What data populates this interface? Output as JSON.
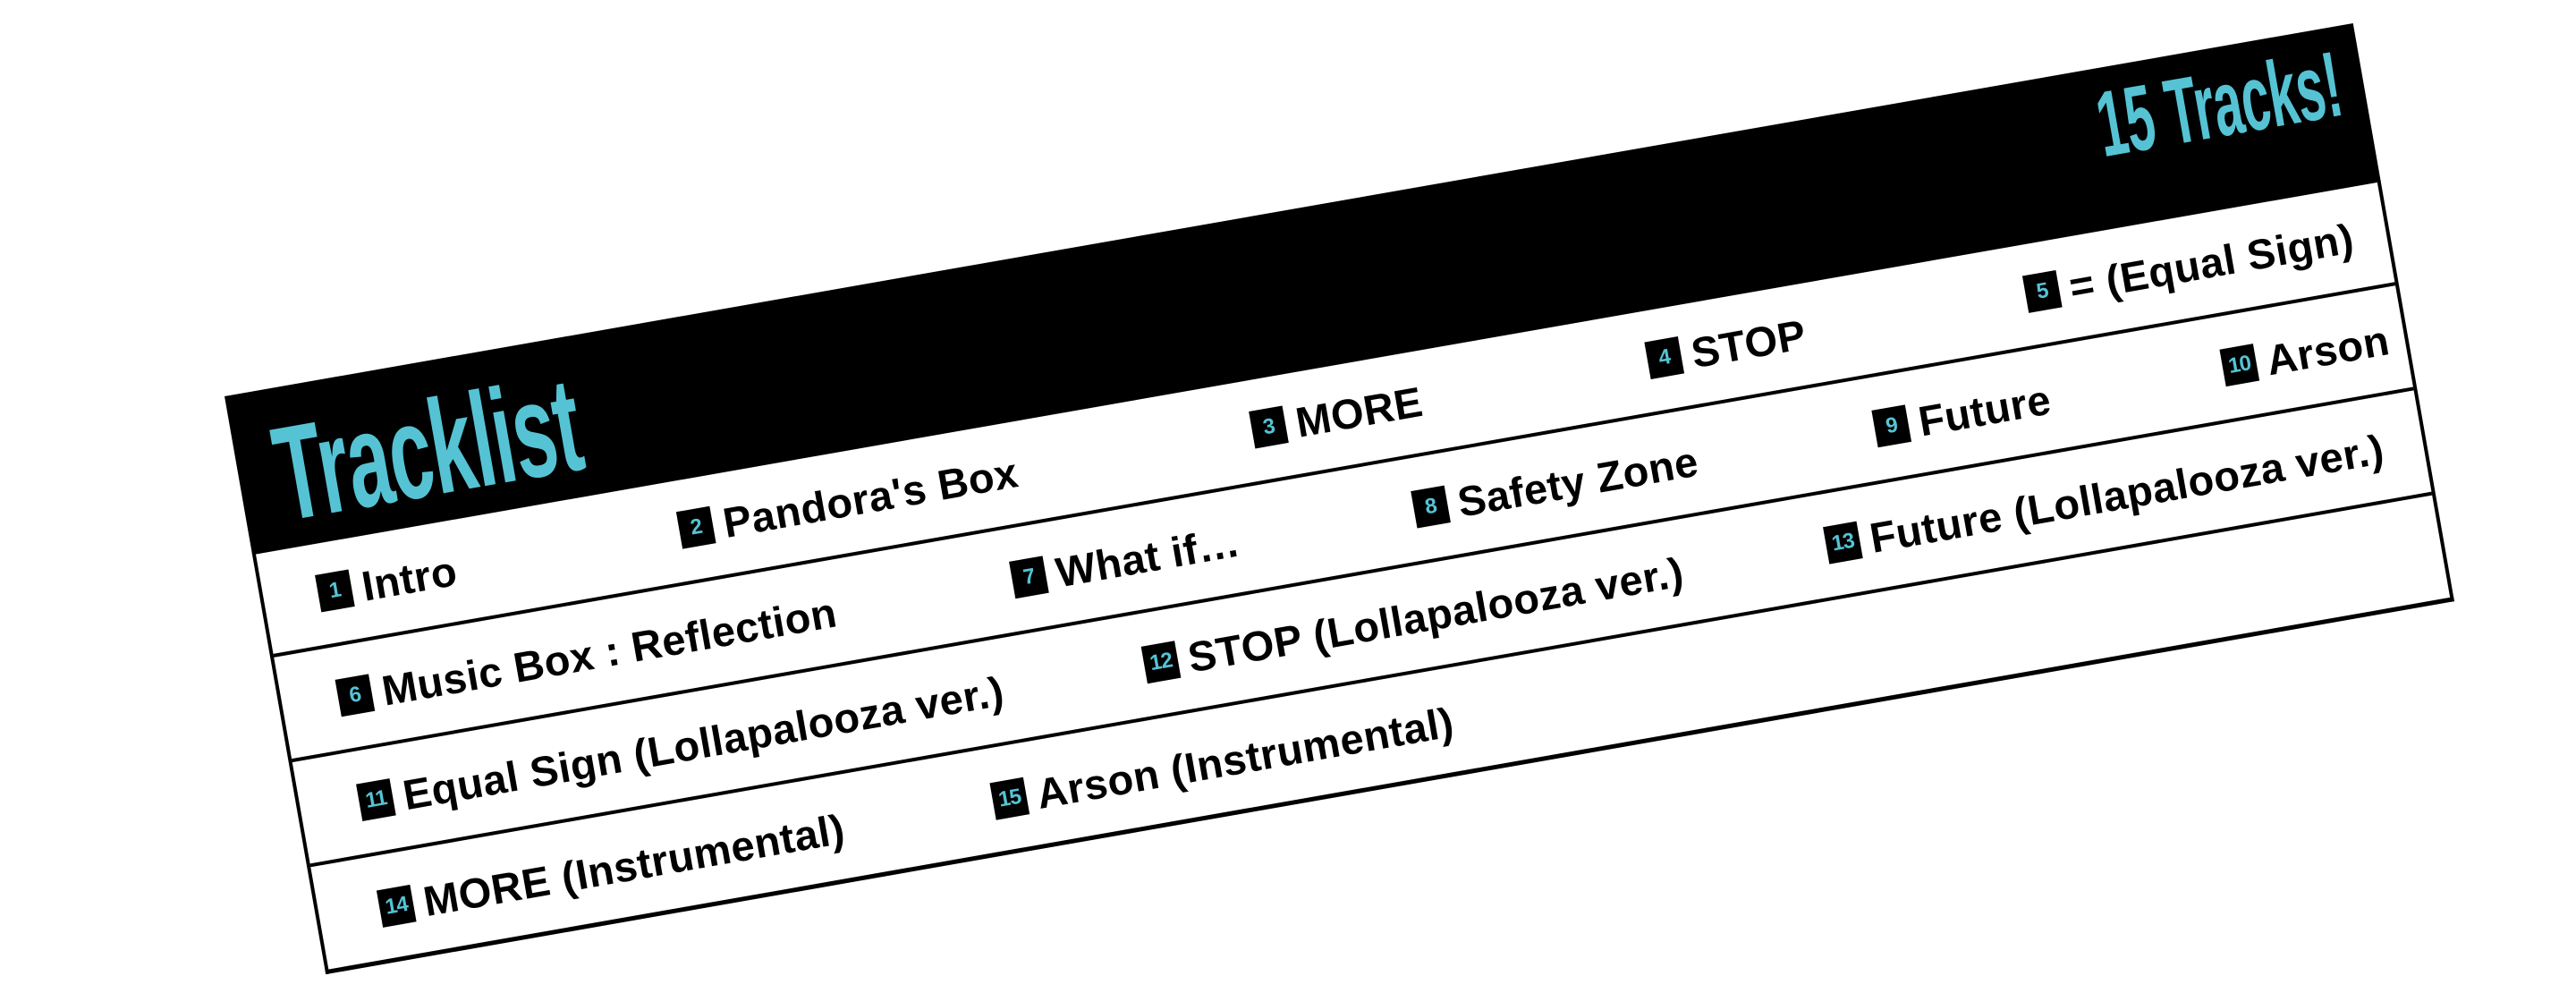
{
  "header": {
    "title": "Tracklist",
    "count_label": "15 Tracks!"
  },
  "colors": {
    "accent": "#55c3d4",
    "header_bg": "#000000",
    "text": "#000000"
  },
  "rows": [
    [
      {
        "num": "1",
        "title": "Intro"
      },
      {
        "num": "2",
        "title": "Pandora's Box"
      },
      {
        "num": "3",
        "title": "MORE"
      },
      {
        "num": "4",
        "title": "STOP"
      },
      {
        "num": "5",
        "title": "= (Equal Sign)"
      }
    ],
    [
      {
        "num": "6",
        "title": "Music Box : Reflection"
      },
      {
        "num": "7",
        "title": "What if…"
      },
      {
        "num": "8",
        "title": "Safety Zone"
      },
      {
        "num": "9",
        "title": "Future"
      },
      {
        "num": "10",
        "title": "Arson"
      }
    ],
    [
      {
        "num": "11",
        "title": "Equal Sign (Lollapalooza ver.)"
      },
      {
        "num": "12",
        "title": "STOP (Lollapalooza ver.)"
      },
      {
        "num": "13",
        "title": "Future (Lollapalooza ver.)"
      }
    ],
    [
      {
        "num": "14",
        "title": "MORE (Instrumental)"
      },
      {
        "num": "15",
        "title": "Arson (Instrumental)"
      }
    ]
  ]
}
